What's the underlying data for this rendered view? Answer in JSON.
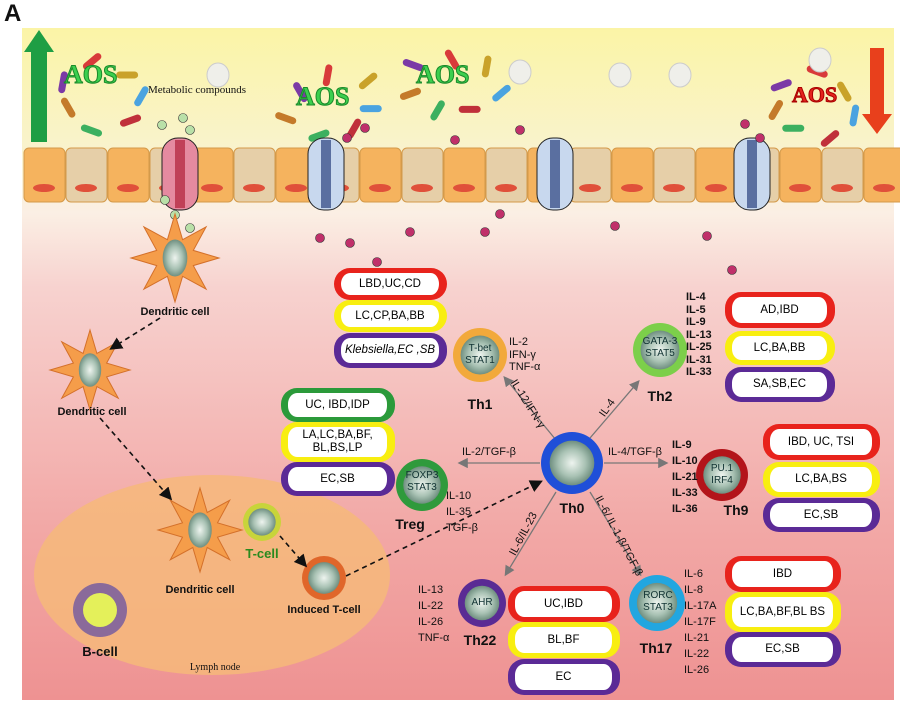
{
  "panel_label": "A",
  "lumen": {
    "aos_label": "AOS",
    "metabolic_label": "Metabolic compounds",
    "increase_arrow_color": "#1e9e44",
    "decrease_arrow_color": "#e8401c"
  },
  "cells": {
    "dendritic": "Dendritic cell",
    "t_cell": "T-cell",
    "induced_t_cell": "Induced T-cell",
    "b_cell": "B-cell",
    "lymph_node": "Lymph node"
  },
  "th0": {
    "name": "Th0",
    "ring": "#1f4fd8"
  },
  "subsets": {
    "th1": {
      "name": "Th1",
      "tf": [
        "T-bet",
        "STAT1"
      ],
      "ring": "#f2a93b",
      "arrow": "IL-12/IFN-γ",
      "cytokines": [
        "IL-2",
        "IFN-γ",
        "TNF-α"
      ],
      "boxes": [
        "LBD,UC,CD",
        "LC,CP,BA,BB",
        "Klebsiella,EC ,SB"
      ]
    },
    "th2": {
      "name": "Th2",
      "tf": [
        "GATA-3",
        "STAT5"
      ],
      "ring": "#7ccf4a",
      "arrow": "IL-4",
      "cytokines": [
        "IL-4",
        "IL-5",
        "IL-9",
        "IL-13",
        "IL-25",
        "IL-31",
        "IL-33"
      ],
      "boxes": [
        "AD,IBD",
        "LC,BA,BB",
        "SA,SB,EC"
      ]
    },
    "treg": {
      "name": "Treg",
      "tf": [
        "FOXP3",
        "STAT3"
      ],
      "ring": "#2f9a3c",
      "arrow": "IL-2/TGF-β",
      "cytokines": [
        "IL-10",
        "IL-35",
        "TGF-β"
      ],
      "boxes": [
        "UC, IBD,IDP",
        "LA,LC,BA,BF, BL,BS,LP",
        "EC,SB"
      ]
    },
    "th9": {
      "name": "Th9",
      "tf": [
        "PU.1",
        "IRF4"
      ],
      "ring": "#b3141a",
      "arrow": "IL-4/TGF-β",
      "cytokines": [
        "IL-9",
        "IL-10",
        "IL-21",
        "IL-33",
        "IL-36"
      ],
      "boxes": [
        "IBD, UC, TSI",
        "LC,BA,BS",
        "EC,SB"
      ]
    },
    "th22": {
      "name": "Th22",
      "tf": [
        "AHR"
      ],
      "ring": "#5a2b94",
      "arrow": "IL-6/IL-23",
      "cytokines": [
        "IL-13",
        "IL-22",
        "IL-26",
        "TNF-α"
      ],
      "boxes": [
        "UC,IBD",
        "BL,BF",
        "EC"
      ]
    },
    "th17": {
      "name": "Th17",
      "tf": [
        "RORC",
        "STAT3"
      ],
      "ring": "#22a6e0",
      "arrow": "IL-6/ IL-1-β/TGF-β",
      "cytokines": [
        "IL-6",
        "IL-8",
        "IL-17A",
        "IL-17F",
        "IL-21",
        "IL-22",
        "IL-26"
      ],
      "boxes": [
        "IBD",
        "LC,BA,BF,BL BS",
        "EC,SB"
      ]
    }
  },
  "box_colors": {
    "disease": "#e8231c",
    "probiotic": "#f8ee10",
    "pathogen": "#5b2a96",
    "treg_disease": "#2b9a3a"
  }
}
